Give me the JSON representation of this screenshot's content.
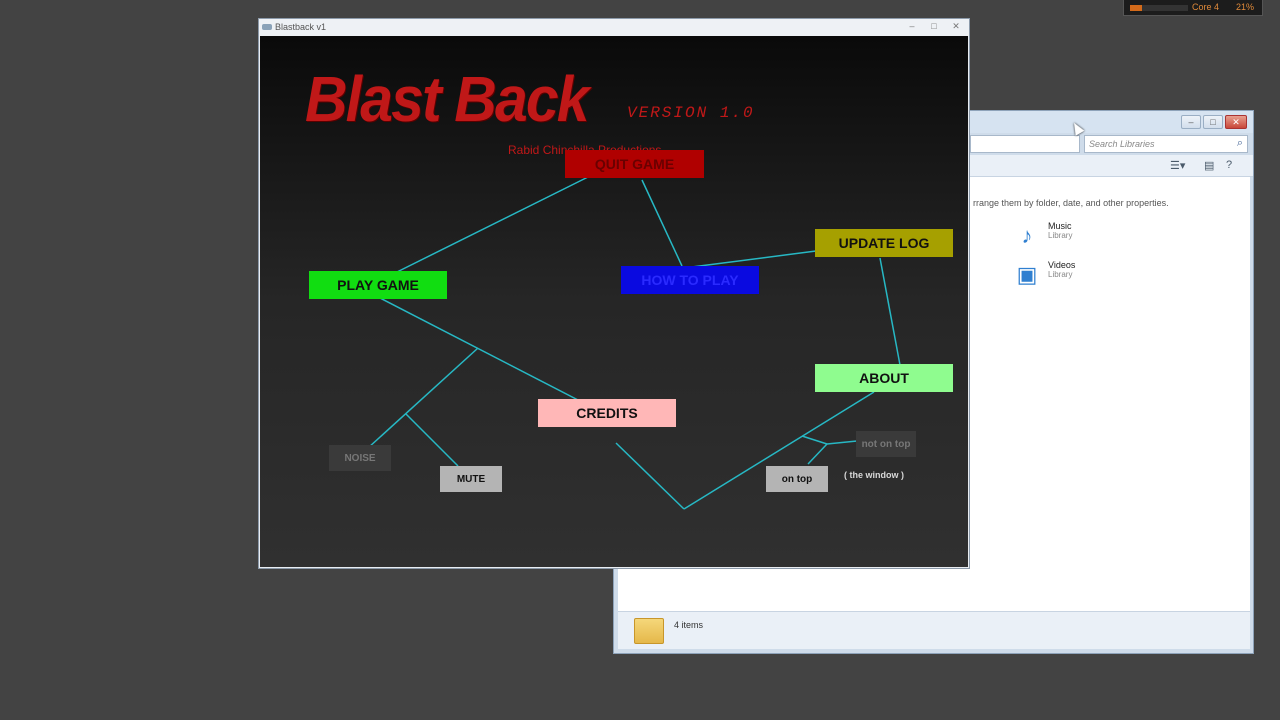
{
  "cpu_gadget": {
    "label": "Core 4",
    "percent_text": "21%",
    "usage_fraction": 0.21
  },
  "explorer": {
    "search_placeholder": "Search Libraries",
    "hint": "rrange them by folder, date, and other properties.",
    "libraries": [
      {
        "name": "Music",
        "type": "Library",
        "icon": "music-icon"
      },
      {
        "name": "Videos",
        "type": "Library",
        "icon": "videos-icon"
      }
    ],
    "status": "4 items"
  },
  "game_window": {
    "title": "Blastback v1",
    "logo": "Blast Back",
    "version": "VERSION 1.0",
    "producer": "Rabid Chinchilla Productions",
    "buttons": {
      "quit": "QUIT GAME",
      "update_log": "UPDATE LOG",
      "play": "PLAY GAME",
      "how_to_play": "HOW TO PLAY",
      "about": "ABOUT",
      "credits": "CREDITS",
      "noise": "NOISE",
      "mute": "MUTE",
      "not_on_top": "not on top",
      "on_top": "on top"
    },
    "window_note": "( the window )",
    "colors": {
      "quit": "#b00000",
      "update_log": "#a6a000",
      "play": "#11dd11",
      "how_to_play": "#0a0ae0",
      "about": "#8ffc8f",
      "credits": "#ffb7b7",
      "noise": "#3a3a3a",
      "mute": "#b4b4b4",
      "not_on_top": "#3a3a3a",
      "on_top": "#b4b4b4",
      "link_lines": "#27b8c4",
      "title_red": "#c01818"
    }
  }
}
